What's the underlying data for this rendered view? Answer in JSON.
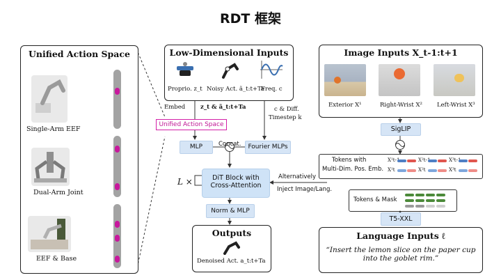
{
  "title": "RDT 框架",
  "left_panel": {
    "title": "Unified Action Space",
    "robots": [
      "Single-Arm EEF",
      "Dual-Arm Joint",
      "EEF & Base"
    ]
  },
  "low_dim": {
    "title": "Low-Dimensional Inputs",
    "items": [
      "Proprio. z_t",
      "Noisy Act. ã_t:t+Ta",
      "Freq. c"
    ]
  },
  "labels": {
    "embed": "Embed",
    "embed_vars": "z_t & ã_t:t+Ta",
    "unified": "Unified Action Space",
    "cdiff": "c & Diff.",
    "timestep": "Timestep k",
    "mlp": "MLP",
    "concat": "Concat.",
    "fourier": "Fourier MLPs",
    "lx": "L ×",
    "dit_line1": "DiT Block with",
    "dit_line2": "Cross-Attention",
    "alt": "Alternatively",
    "inject": "Inject Image/Lang.",
    "norm": "Norm & MLP",
    "outputs": "Outputs",
    "denoised": "Denoised Act. a_t:t+Ta"
  },
  "image_panel": {
    "title": "Image Inputs X_t-1:t+1",
    "cams": [
      "Exterior X¹",
      "Right-Wrist X²",
      "Left-Wrist X³"
    ],
    "siglip": "SigLIP",
    "tokens_line1": "Tokens with",
    "tokens_line2": "Multi-Dim. Pos. Emb.",
    "token_labels": [
      "X¹t-1",
      "X²t-1",
      "X³t-1",
      "X¹t",
      "X²t",
      "X³t"
    ],
    "tokens_mask": "Tokens & Mask",
    "t5": "T5-XXL"
  },
  "language": {
    "title": "Language Inputs ℓ",
    "line1": "“Insert the lemon slice on the paper cup",
    "line2": "into the goblet rim.”"
  },
  "colors": {
    "pink": "#d41fa8",
    "blue": "#cfe3f7",
    "green": "#4c8a3a"
  }
}
